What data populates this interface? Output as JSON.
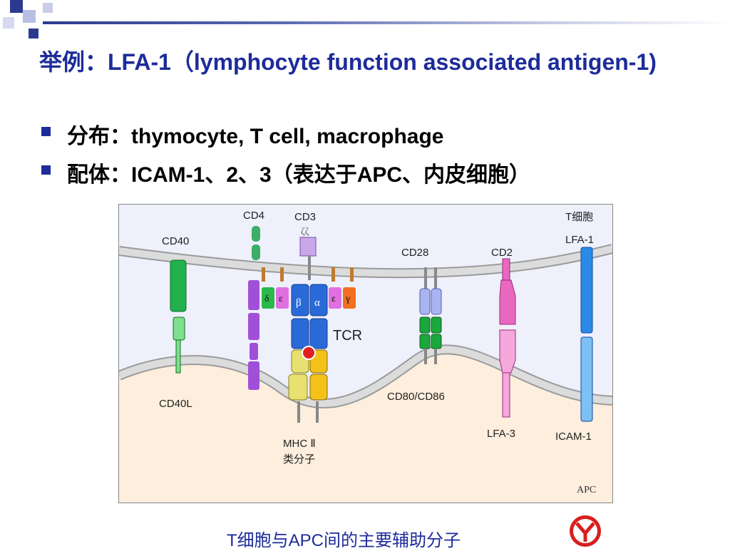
{
  "header": {
    "title": "举例：LFA-1（lymphocyte function associated antigen-1)"
  },
  "bullets": [
    {
      "text": "分布：thymocyte, T cell, macrophage"
    },
    {
      "text": "配体：ICAM-1、2、3（表达于APC、内皮细胞）"
    }
  ],
  "diagram": {
    "t_cell_label": "T细胞",
    "apc_label": "APC",
    "molecules_t": {
      "cd40": "CD40",
      "cd4": "CD4",
      "cd3": "CD3",
      "zeta": "ζζ",
      "cd28": "CD28",
      "cd2": "CD2",
      "lfa1": "LFA-1",
      "tcr": "TCR"
    },
    "chains": {
      "delta": "δ",
      "epsilon": "ε",
      "beta": "β",
      "alpha": "α",
      "epsilon2": "ε",
      "gamma": "γ"
    },
    "molecules_apc": {
      "cd40l": "CD40L",
      "mhc": "MHC Ⅱ",
      "mhc_class": "类分子",
      "cd80_86": "CD80/CD86",
      "lfa3": "LFA-3",
      "icam1": "ICAM-1"
    },
    "colors": {
      "t_cell_bg": "#eef0fb",
      "apc_bg": "#fdeedd",
      "membrane": "#bdbdbd",
      "cd40": "#22b14c",
      "cd4": "#a050d8",
      "tcr": "#2a6ad8",
      "cd28": "#aab4f0",
      "cd80": "#1aa83c",
      "cd2": "#e868c0",
      "lfa1": "#2a8ae8",
      "mhc": "#f2c21a",
      "peptide": "#e02020"
    }
  },
  "caption": "T细胞与APC间的主要辅助分子"
}
